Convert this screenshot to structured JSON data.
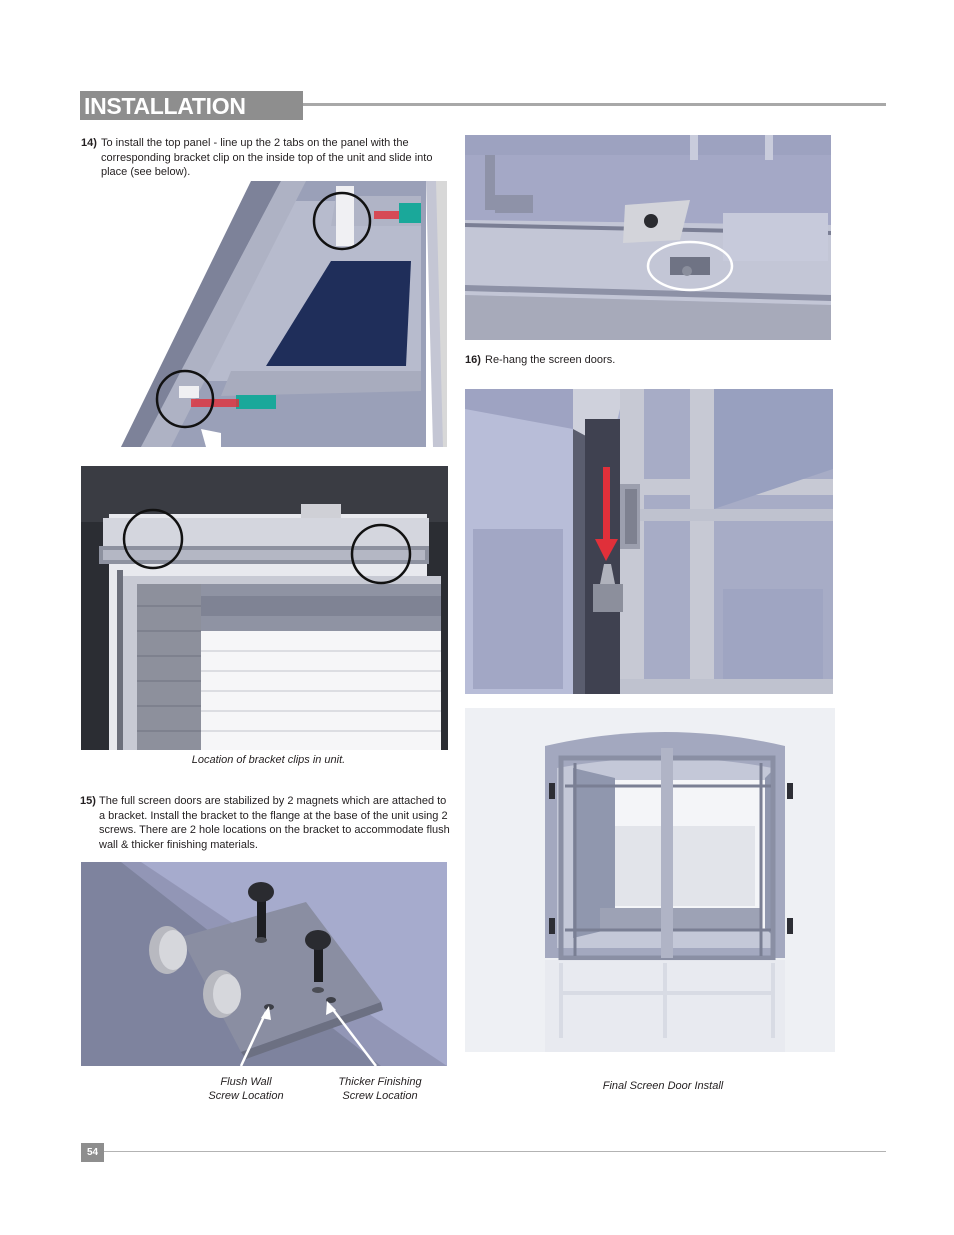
{
  "header": {
    "title": "INSTALLATION"
  },
  "steps": {
    "s14": {
      "num": "14)",
      "text": "To install the top panel - line up the 2 tabs on the panel with the corresponding bracket clip on the inside top of the unit and slide into place (see below)."
    },
    "s15": {
      "num": "15)",
      "text": "The full screen doors are stabilized by 2 magnets which are attached to a bracket.  Install the bracket to the flange at the base of the unit using 2 screws. There are 2 hole locations on the bracket to accommodate flush wall & thicker finishing materials."
    },
    "s16": {
      "num": "16)",
      "text": "Re-hang the screen doors."
    }
  },
  "captions": {
    "bracket_clips": "Location of bracket clips in unit.",
    "flush_wall_line1": "Flush Wall",
    "flush_wall_line2": "Screw Location",
    "thicker_line1": "Thicker Finishing",
    "thicker_line2": "Screw Location",
    "final_install": "Final Screen Door Install"
  },
  "footer": {
    "page_number": "54"
  },
  "colors": {
    "header_gray": "#8e8e8e",
    "rule_gray": "#a8a8a8",
    "highlight_red": "#e0303a",
    "tab_teal": "#1aa89a",
    "steel_blue": "#a9afcc"
  }
}
